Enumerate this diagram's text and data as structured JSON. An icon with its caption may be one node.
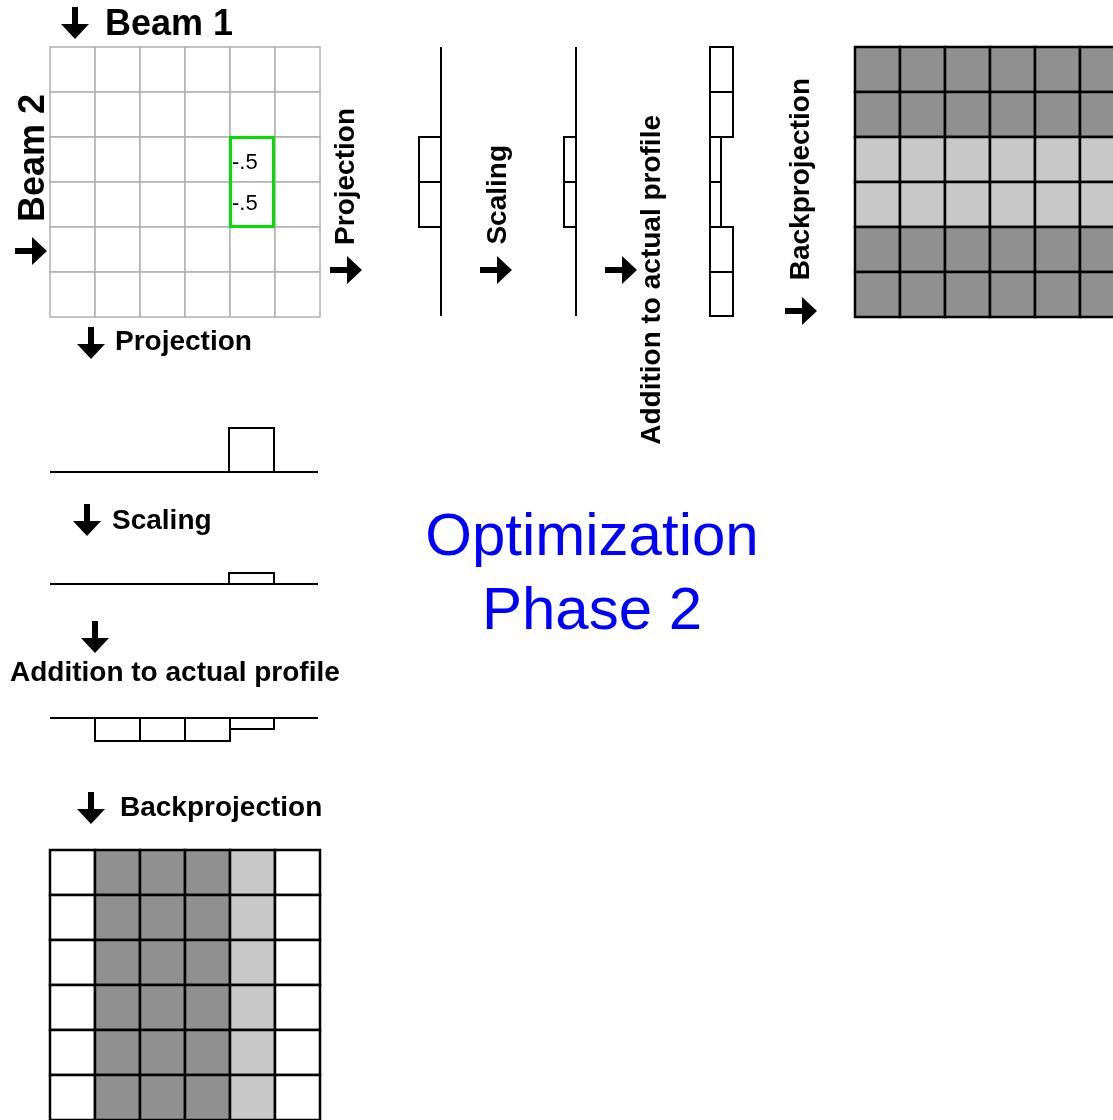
{
  "diagram": {
    "title": "Optimization Phase 2",
    "labels": [
      "Beam 1",
      "Beam 2",
      "-.5",
      "-.5",
      "Projection",
      "Scaling",
      "Addition to actual profile",
      "Backprojection",
      "Projection",
      "Scaling",
      "Addition to actual profile",
      "Backprojection"
    ]
  }
}
